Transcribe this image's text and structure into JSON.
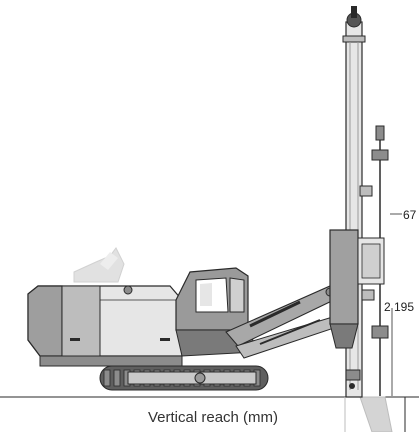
{
  "caption": "Vertical reach (mm)",
  "dimensions": {
    "upper": "67",
    "lower": "2 195"
  },
  "colors": {
    "outline": "#2a2a2a",
    "body_light": "#e6e6e6",
    "body_mid": "#bdbdbd",
    "body_dark": "#8c8c8c",
    "track": "#6e6e6e",
    "ground": "#c9c9c9"
  }
}
